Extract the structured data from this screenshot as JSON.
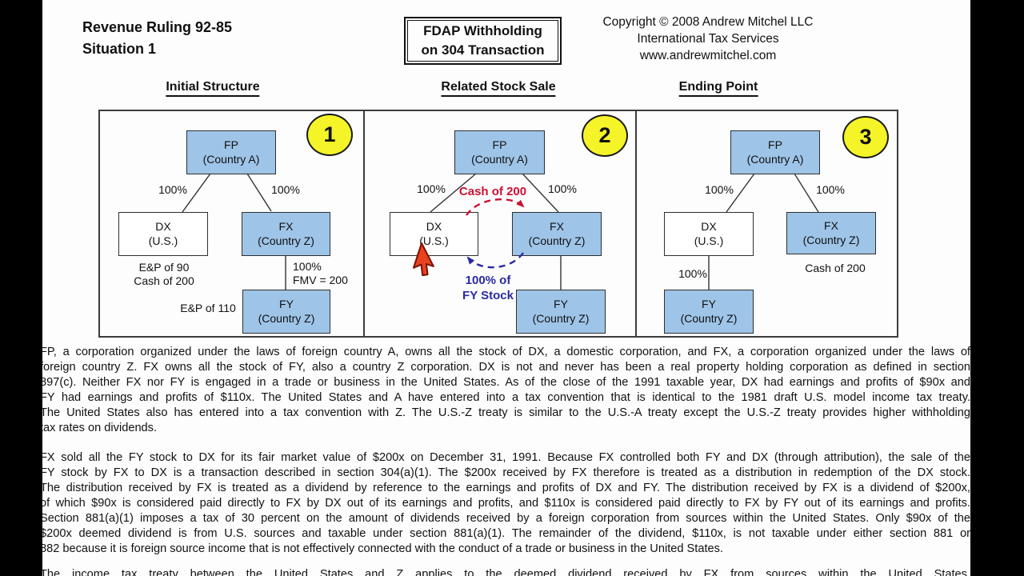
{
  "header": {
    "title_line1": "Revenue Ruling 92-85",
    "title_line2": "Situation 1",
    "badge_line1": "FDAP Withholding",
    "badge_line2": "on 304 Transaction",
    "copyright_line1": "Copyright © 2008 Andrew Mitchel LLC",
    "copyright_line2": "International Tax Services",
    "copyright_line3": "www.andrewmitchel.com"
  },
  "columns": {
    "c1": "Initial Structure",
    "c2": "Related Stock Sale",
    "c3": "Ending Point"
  },
  "p1": {
    "num": "1",
    "fp_name": "FP",
    "fp_country": "(Country A)",
    "dx_name": "DX",
    "dx_country": "(U.S.)",
    "fx_name": "FX",
    "fx_country": "(Country Z)",
    "fy_name": "FY",
    "fy_country": "(Country Z)",
    "pct_left": "100%",
    "pct_right": "100%",
    "dx_note1": "E&P of 90",
    "dx_note2": "Cash of 200",
    "fxfy_pct": "100%",
    "fxfy_fmv": "FMV = 200",
    "fy_note": "E&P of 110"
  },
  "p2": {
    "num": "2",
    "fp_name": "FP",
    "fp_country": "(Country A)",
    "dx_name": "DX",
    "dx_country": "(U.S.)",
    "fx_name": "FX",
    "fx_country": "(Country Z)",
    "fy_name": "FY",
    "fy_country": "(Country Z)",
    "pct_left": "100%",
    "pct_right": "100%",
    "cash_label": "Cash of 200",
    "stock_label1": "100% of",
    "stock_label2": "FY Stock"
  },
  "p3": {
    "num": "3",
    "fp_name": "FP",
    "fp_country": "(Country A)",
    "dx_name": "DX",
    "dx_country": "(U.S.)",
    "fx_name": "FX",
    "fx_country": "(Country Z)",
    "fy_name": "FY",
    "fy_country": "(Country Z)",
    "pct_left": "100%",
    "pct_right": "100%",
    "dxfy_pct": "100%",
    "fx_note": "Cash of 200"
  },
  "paragraphs": {
    "p1_lines": [
      "FP, a corporation organized under the laws of foreign country A, owns all the stock of DX, a domestic corporation, and FX, a corporation organized under the laws of",
      "foreign country Z.  FX owns all the stock of FY, also a country Z corporation.  DX is not and never has been a real property holding corporation as defined in section",
      "897(c).  Neither FX nor FY is engaged in a trade or business in the United States.  As of the close of the 1991 taxable year, DX had earnings and profits of $90x and",
      "FY had earnings and profits of $110x.  The United States and A have entered into a tax convention that is identical to the 1981 draft U.S. model income tax treaty.",
      "The United States also has entered into a tax convention with Z.  The U.S.-Z treaty is similar to the U.S.-A treaty except the U.S.-Z treaty provides higher withholding",
      "tax rates on dividends."
    ],
    "p2_lines": [
      "FX sold all the FY stock to DX for its fair market value of $200x on December 31, 1991.  Because FX controlled both FY and DX (through attribution), the sale of the",
      "FY stock by FX to DX is a transaction described in section 304(a)(1). The $200x received by FX therefore is treated as a distribution in redemption of the DX stock.",
      "The distribution received by FX is treated as a dividend by reference to the earnings and profits of DX and FY.  The distribution received by FX is a dividend of $200x,",
      "of which $90x is considered paid directly to FX by DX out of its earnings and profits, and $110x is considered paid directly to FX by FY out of its earnings and profits.",
      "Section 881(a)(1) imposes a tax of 30 percent on the amount of dividends received by a foreign corporation from sources within the United States.  Only $90x of the",
      "$200x deemed dividend is from U.S. sources and taxable under section 881(a)(1). The remainder of the dividend, $110x, is not taxable under either section 881 or",
      "882 because it is foreign source income that is not effectively connected with the conduct of a trade or business in the United States."
    ],
    "p3_lines": [
      "The income tax treaty between the United States and Z applies to the deemed dividend received by FX from sources within the United States."
    ]
  },
  "colors": {
    "entity_blue": "#9ec4e8",
    "highlight_yellow": "#f4f428",
    "red_accent": "#cc1133",
    "blue_accent": "#2929a3"
  }
}
